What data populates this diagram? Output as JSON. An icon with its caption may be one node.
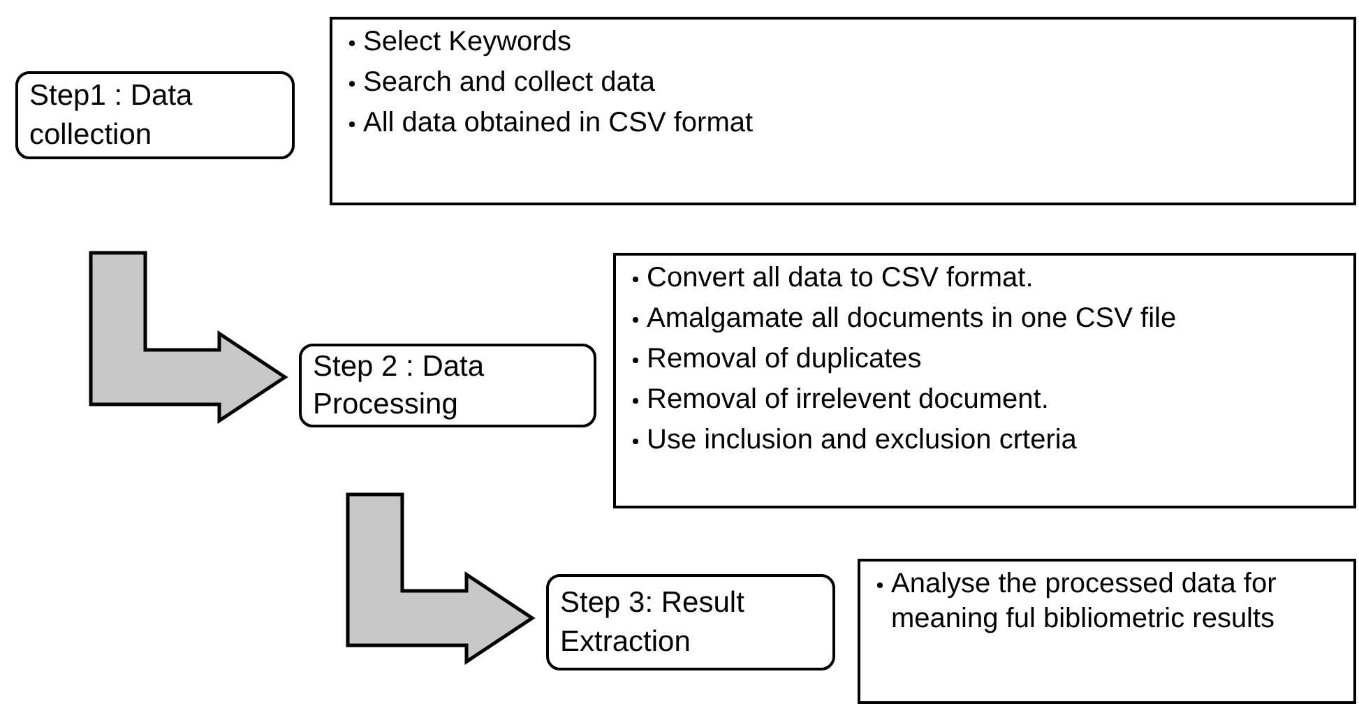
{
  "diagram": {
    "nodes": [
      {
        "text": [
          "Step1 : Data collection"
        ]
      },
      {
        "text": [
          "Select Keywords",
          "Search and collect data",
          "All data obtained in CSV format"
        ]
      },
      {
        "text": [
          "Step 2 : Data Processing"
        ]
      },
      {
        "text": [
          "Convert all data to CSV format.",
          "Amalgamate all documents in one CSV file",
          "Removal of duplicates",
          "Removal of irrelevent document.",
          "Use inclusion and exclusion crteria"
        ]
      },
      {
        "text": [
          "Step 3: Result Extraction"
        ]
      },
      {
        "text": [
          "Analyse the processed data for meaning ful bibliometric results"
        ]
      }
    ],
    "edges": [
      {
        "from": 0,
        "to": 2,
        "arrow": "to",
        "style": "thick",
        "color": "#c8c8c8"
      },
      {
        "from": 2,
        "to": 4,
        "arrow": "to",
        "style": "thick",
        "color": "#c8c8c8"
      }
    ]
  }
}
